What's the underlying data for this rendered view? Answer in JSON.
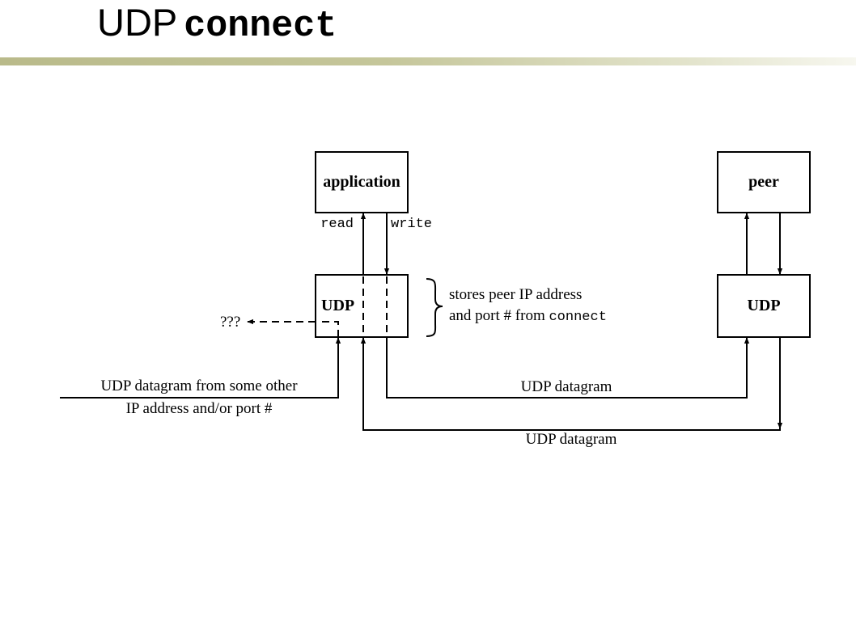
{
  "slide": {
    "title_plain": "UDP",
    "title_code": "connect"
  },
  "diagram": {
    "boxes": {
      "application": "application",
      "peer": "peer",
      "udp_left": "UDP",
      "udp_right": "UDP"
    },
    "labels": {
      "read": "read",
      "write": "write",
      "stores_line1": "stores peer IP address",
      "stores_line2_prefix": "and port # from ",
      "stores_line2_code": "connect",
      "unknown": "???",
      "other_line1": "UDP datagram from some other",
      "other_line2": "IP address and/or port #",
      "datagram_top": "UDP datagram",
      "datagram_bottom": "UDP datagram"
    }
  }
}
